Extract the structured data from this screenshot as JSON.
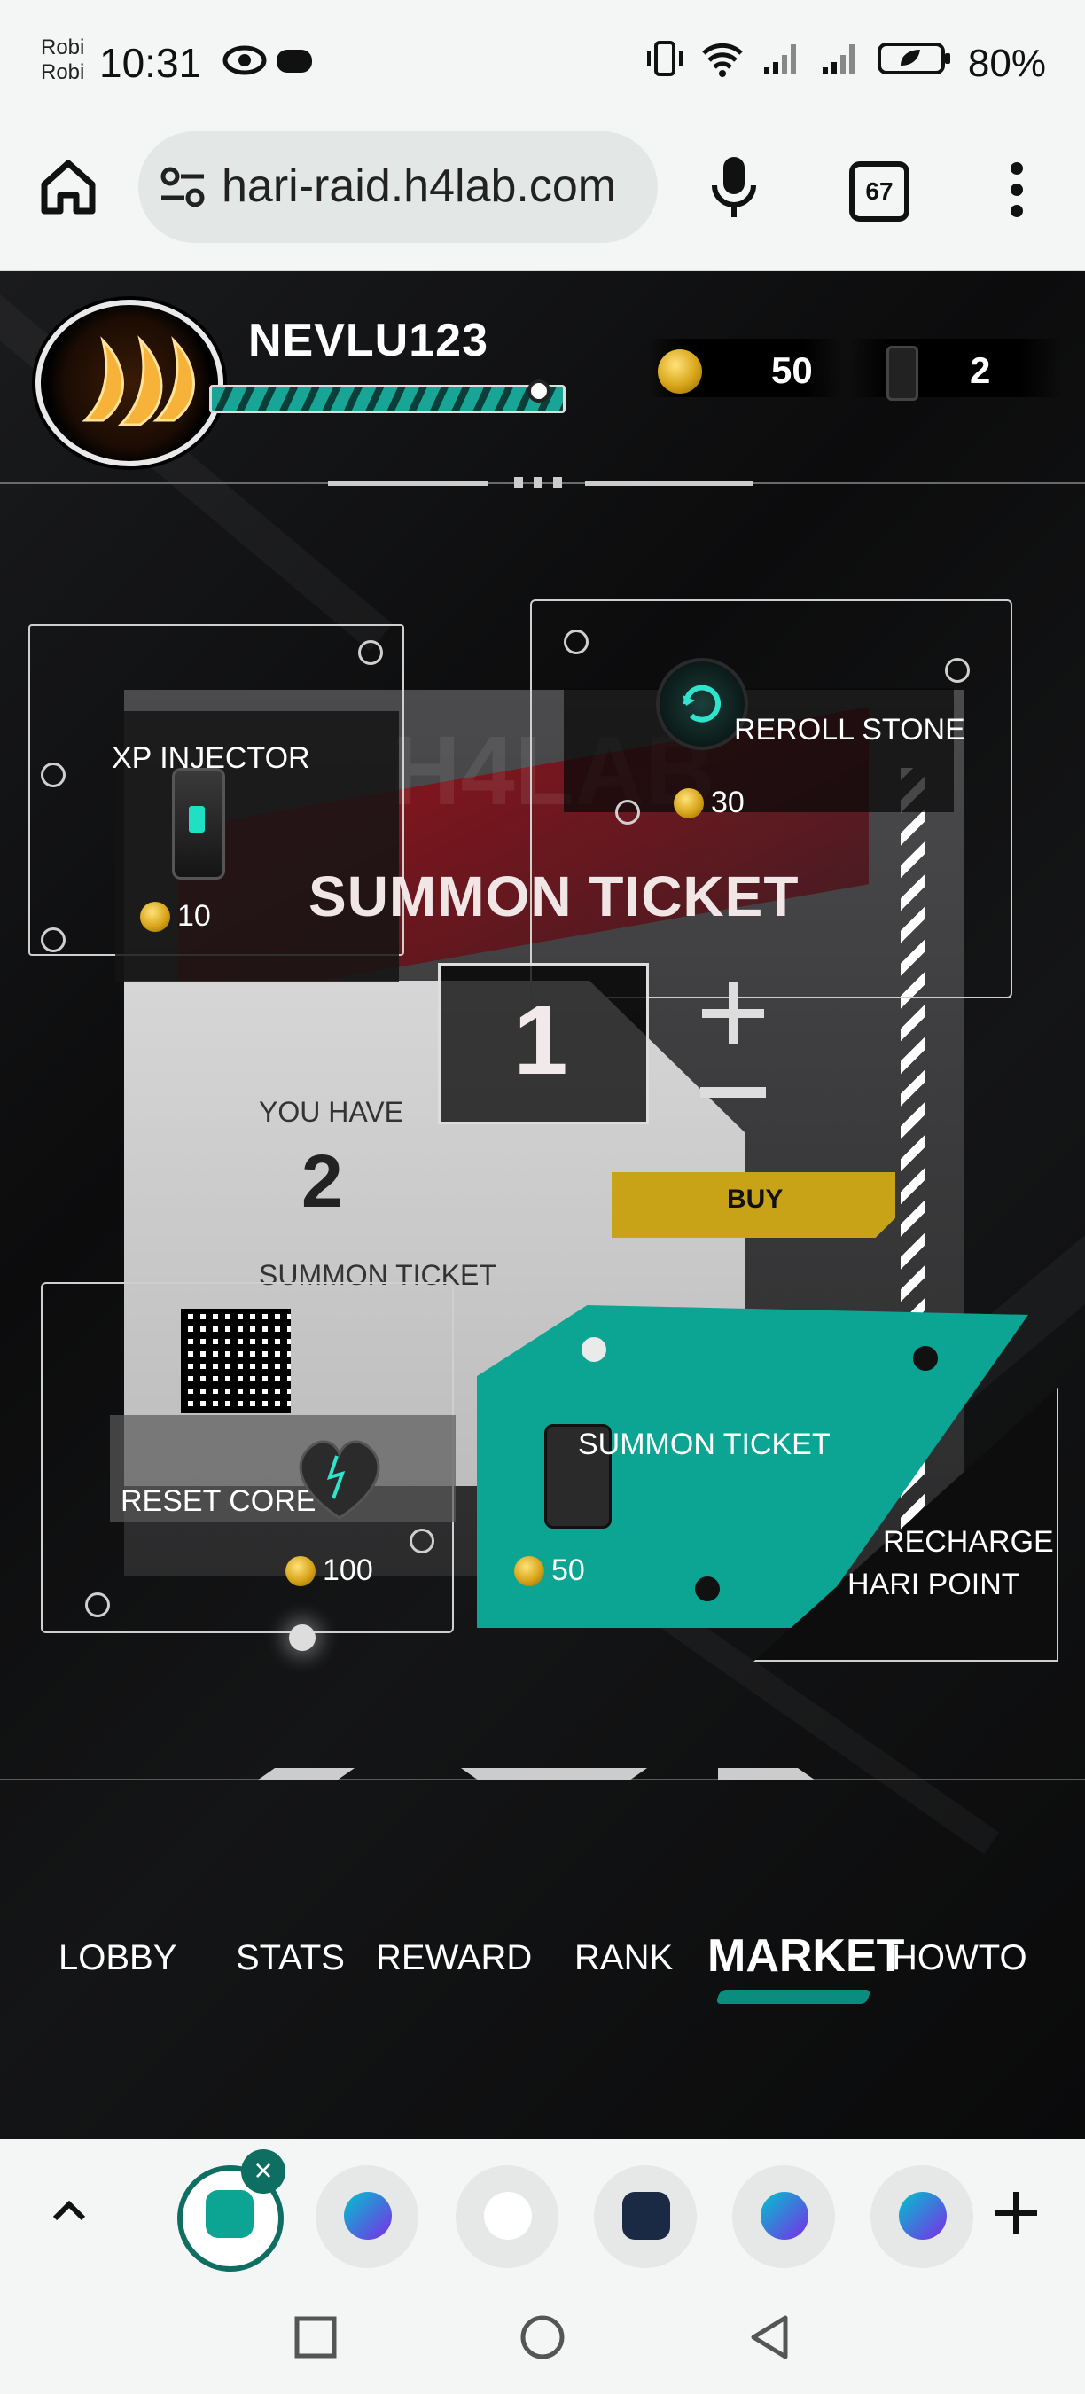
{
  "status_bar": {
    "carrier_line1": "Robi",
    "carrier_line2": "Robi",
    "time": "10:31",
    "battery": "80%"
  },
  "browser": {
    "url": "hari-raid.h4lab.com",
    "tab_count": "67"
  },
  "header": {
    "username": "NEVLU123",
    "coins": "50",
    "tickets": "2",
    "xp_fraction": 0.93
  },
  "market": {
    "xp_injector": {
      "label": "XP INJECTOR",
      "price": "10"
    },
    "reroll_stone": {
      "label": "REROLL STONE",
      "price": "30"
    },
    "summon": {
      "title": "SUMMON TICKET",
      "quantity": "1",
      "you_have_label": "YOU HAVE",
      "you_have_value": "2",
      "you_have_sub": "SUMMON TICKET",
      "buy_label": "BUY"
    },
    "summon_ticket_item": {
      "label": "SUMMON TICKET",
      "price": "50"
    },
    "reset_core": {
      "label": "RESET CORE",
      "price": "100"
    },
    "recharge": {
      "line1": "RECHARGE",
      "line2": "HARI POINT"
    }
  },
  "nav": {
    "lobby": "LOBBY",
    "stats": "STATS",
    "reward": "REWARD",
    "rank": "RANK",
    "market": "MARKET",
    "howto": "HOWTO"
  },
  "colors": {
    "accent_teal": "#0ca594",
    "buy_gold": "#c9a317",
    "summon_red": "#8a0a14"
  }
}
